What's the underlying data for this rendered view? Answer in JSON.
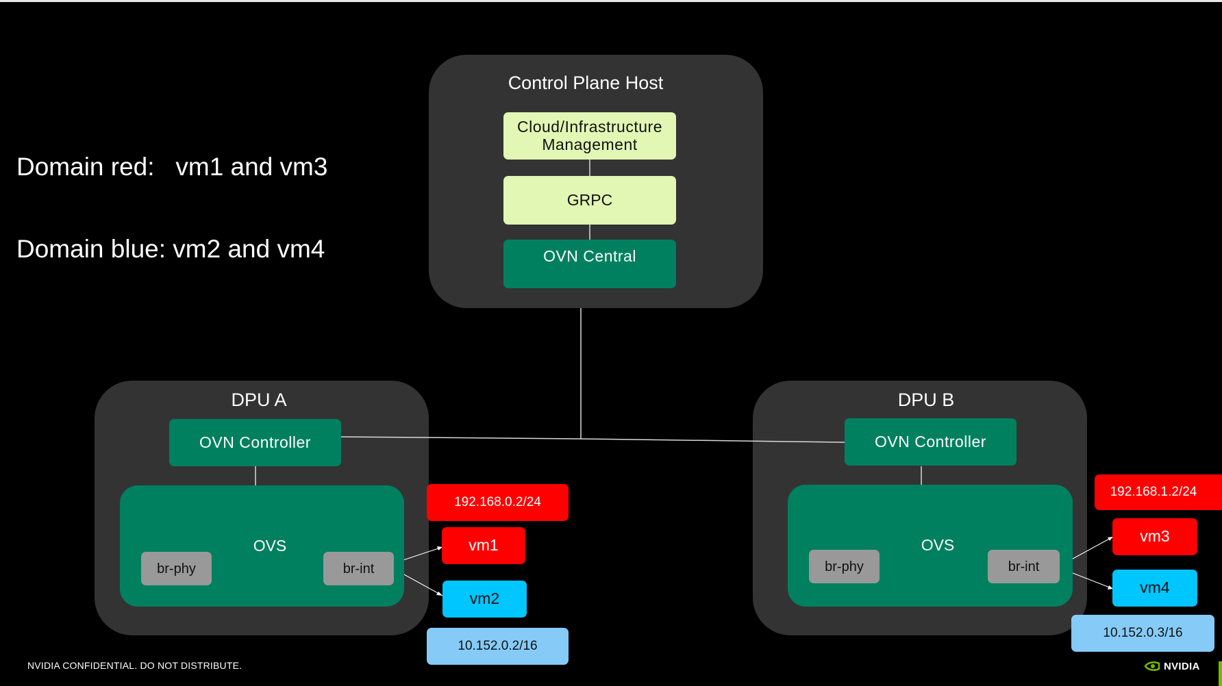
{
  "legend": {
    "line1": "Domain red:   vm1 and vm3",
    "line2": "Domain blue: vm2 and vm4"
  },
  "control_plane": {
    "title": "Control Plane Host",
    "cloud_line1": "Cloud/Infrastructure",
    "cloud_line2": "Management",
    "grpc": "GRPC",
    "ovn_central": "OVN Central"
  },
  "dpu_a": {
    "title": "DPU A",
    "controller": "OVN Controller",
    "ovs": "OVS",
    "br_phy": "br-phy",
    "br_int": "br-int",
    "red_ip": "192.168.0.2/24",
    "vm_red": "vm1",
    "vm_blue": "vm2",
    "blue_ip": "10.152.0.2/16"
  },
  "dpu_b": {
    "title": "DPU B",
    "controller": "OVN Controller",
    "ovs": "OVS",
    "br_phy": "br-phy",
    "br_int": "br-int",
    "red_ip": "192.168.1.2/24",
    "vm_red": "vm3",
    "vm_blue": "vm4",
    "blue_ip": "10.152.0.3/16"
  },
  "footer": {
    "confidential": "NVIDIA CONFIDENTIAL. DO NOT DISTRIBUTE.",
    "logo_text": "NVIDIA"
  },
  "colors": {
    "panel": "#333333",
    "ovn_green": "#00805f",
    "light_green": "#e2f7b4",
    "red": "#ff0000",
    "cyan": "#00c6ff",
    "light_blue": "#86cbf7",
    "nvidia_green": "#76b900"
  }
}
